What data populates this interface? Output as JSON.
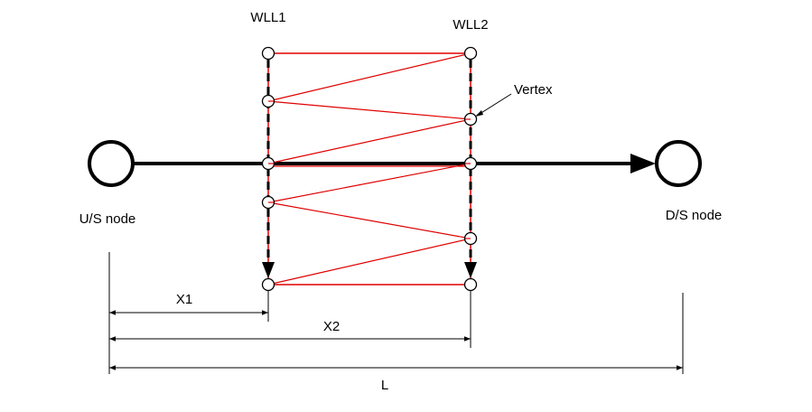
{
  "labels": {
    "wll1": "WLL1",
    "wll2": "WLL2",
    "vertex": "Vertex",
    "us_node": "U/S node",
    "ds_node": "D/S node",
    "x1": "X1",
    "x2": "X2",
    "l": "L"
  },
  "colors": {
    "mesh": "#e00000",
    "lines": "#000000",
    "background": "#ffffff"
  }
}
